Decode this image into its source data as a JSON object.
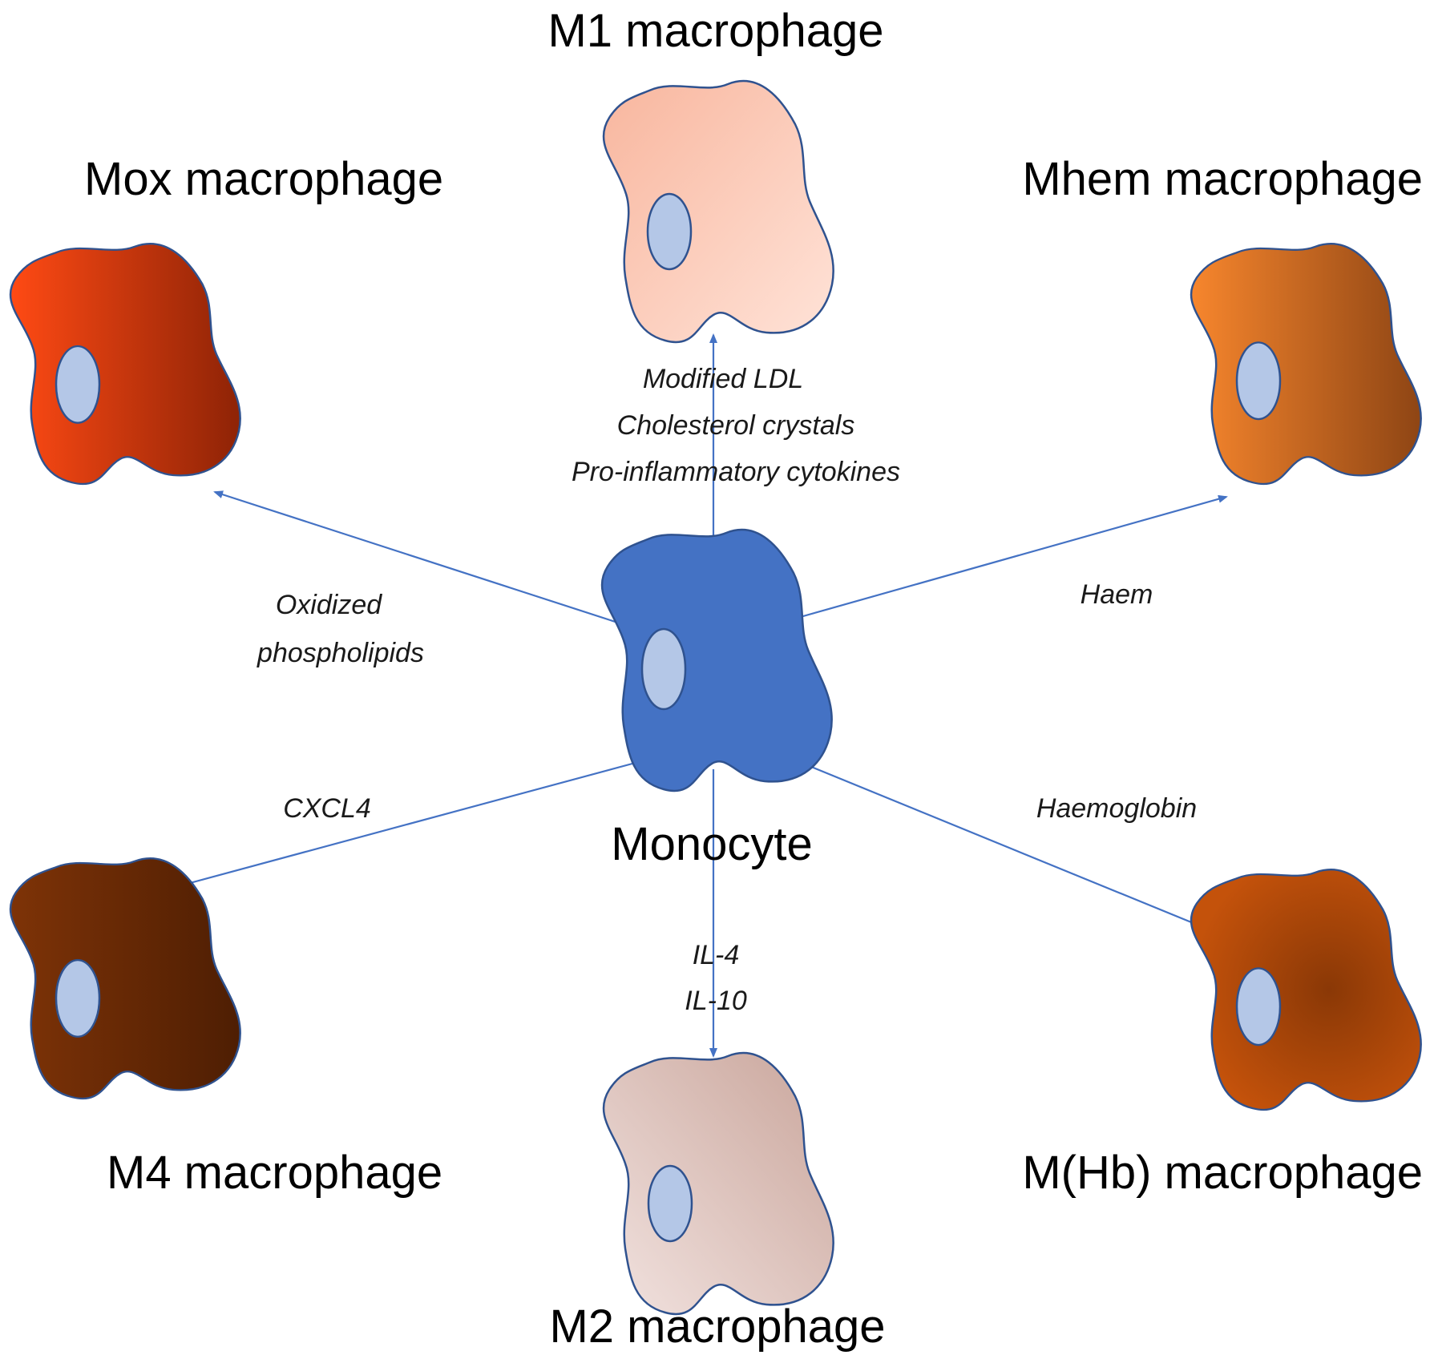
{
  "diagram": {
    "center": {
      "label": "Monocyte",
      "fill": "#4472C4",
      "stroke": "#2F528F"
    },
    "nucleus": {
      "fill": "#B4C7E7",
      "stroke": "#2F528F"
    },
    "arrow_color": "#4472C4",
    "cells": [
      {
        "id": "m1",
        "label": "M1 macrophage",
        "stimuli": [
          "Modified LDL",
          "Cholesterol crystals",
          "Pro-inflammatory cytokines"
        ],
        "gradient": [
          "#F8B69E",
          "#FFE3D8"
        ]
      },
      {
        "id": "mox",
        "label": "Mox macrophage",
        "stimuli": [
          "Oxidized",
          "phospholipids"
        ],
        "gradient": [
          "#FF4A14",
          "#8E2306"
        ]
      },
      {
        "id": "mhem",
        "label": "Mhem macrophage",
        "stimuli": [
          "Haem"
        ],
        "gradient": [
          "#F7862D",
          "#8E4514"
        ]
      },
      {
        "id": "m4",
        "label": "M4 macrophage",
        "stimuli": [
          "CXCL4"
        ],
        "gradient": [
          "#7E3307",
          "#4E1E03"
        ]
      },
      {
        "id": "mhb",
        "label": "M(Hb) macrophage",
        "stimuli": [
          "Haemoglobin"
        ],
        "gradient": [
          "#8A3806",
          "#C4520B"
        ]
      },
      {
        "id": "m2",
        "label": "M2 macrophage",
        "stimuli": [
          "IL-4",
          "IL-10"
        ],
        "gradient": [
          "#F2E3E0",
          "#C9A59B"
        ]
      }
    ]
  }
}
